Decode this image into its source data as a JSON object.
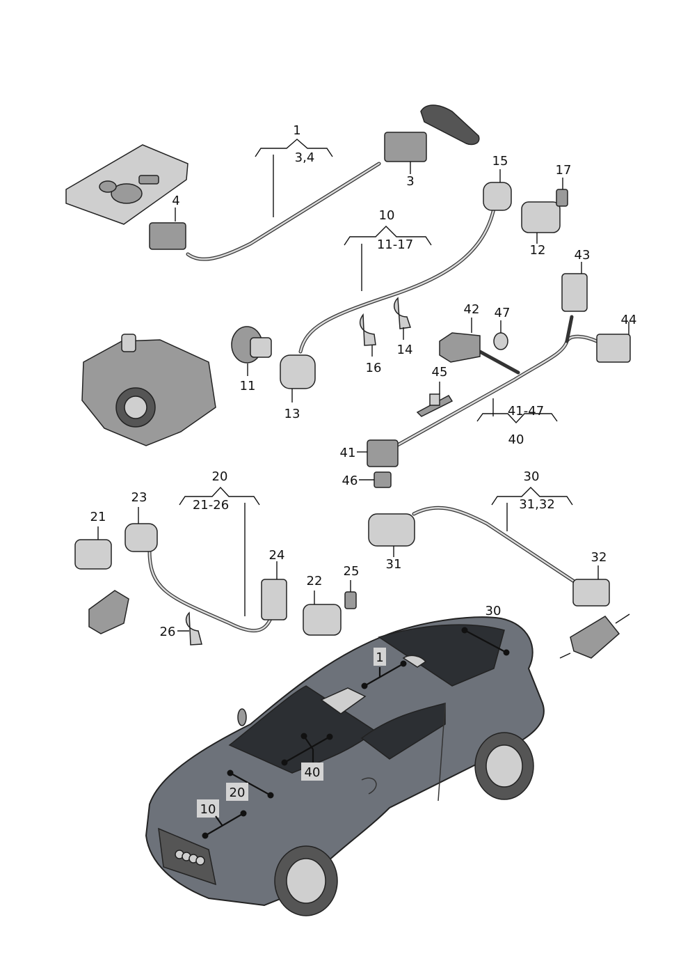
{
  "groups": {
    "g1": {
      "main": "1",
      "sub": "3,4"
    },
    "g10": {
      "main": "10",
      "sub": "11-17"
    },
    "g20": {
      "main": "20",
      "sub": "21-26"
    },
    "g30": {
      "main": "30",
      "sub": "31,32"
    },
    "g40": {
      "main": "40",
      "sub": "41-47"
    }
  },
  "parts": {
    "p3": "3",
    "p4": "4",
    "p11": "11",
    "p12": "12",
    "p13": "13",
    "p14": "14",
    "p15": "15",
    "p16": "16",
    "p17": "17",
    "p21": "21",
    "p22": "22",
    "p23": "23",
    "p24": "24",
    "p25": "25",
    "p26": "26",
    "p31": "31",
    "p32": "32",
    "p41": "41",
    "p42": "42",
    "p43": "43",
    "p44": "44",
    "p45": "45",
    "p46": "46",
    "p47": "47"
  },
  "car_markers": {
    "m1": "1",
    "m10": "10",
    "m20": "20",
    "m30": "30",
    "m40": "40"
  }
}
